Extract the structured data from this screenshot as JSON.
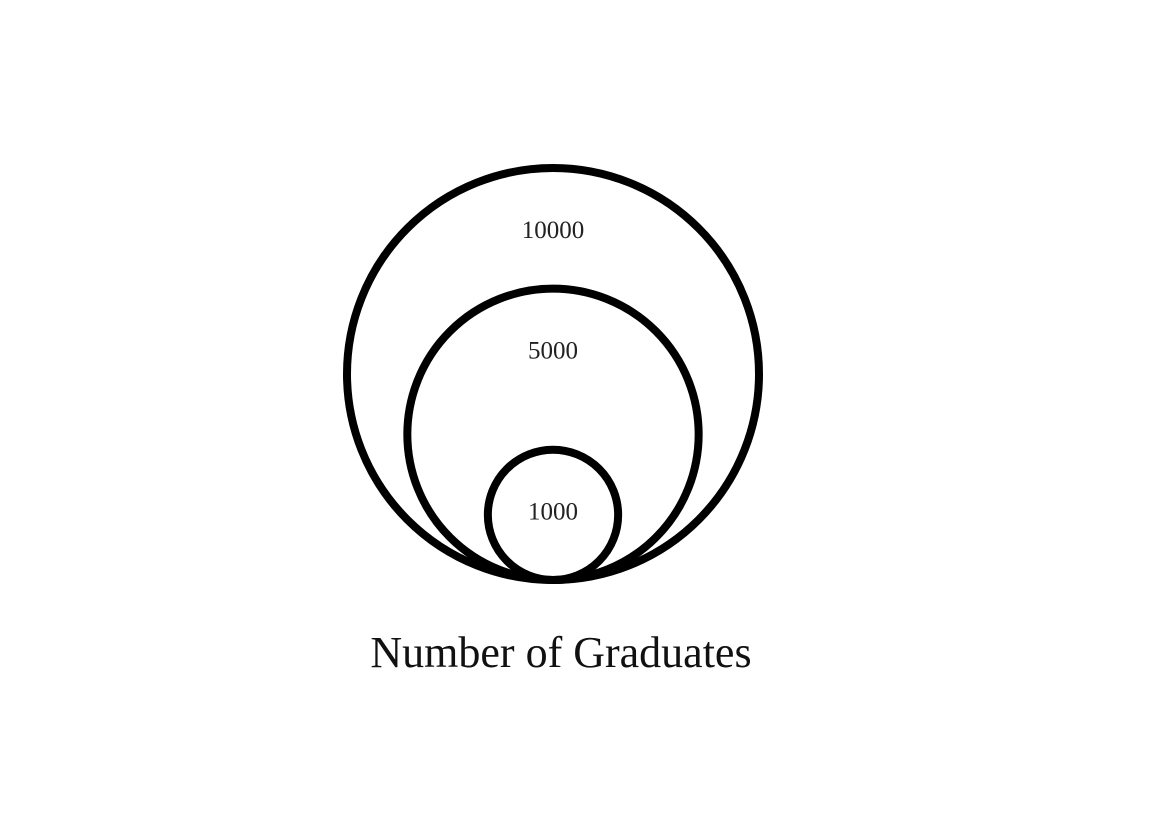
{
  "chart_data": {
    "type": "nested-bubble",
    "title": "Number of Graduates",
    "series": [
      {
        "label": "10000",
        "value": 10000
      },
      {
        "label": "5000",
        "value": 5000
      },
      {
        "label": "1000",
        "value": 1000
      }
    ],
    "colors": {
      "stroke": "#000000",
      "text": "#222222",
      "background": "#ffffff"
    }
  }
}
